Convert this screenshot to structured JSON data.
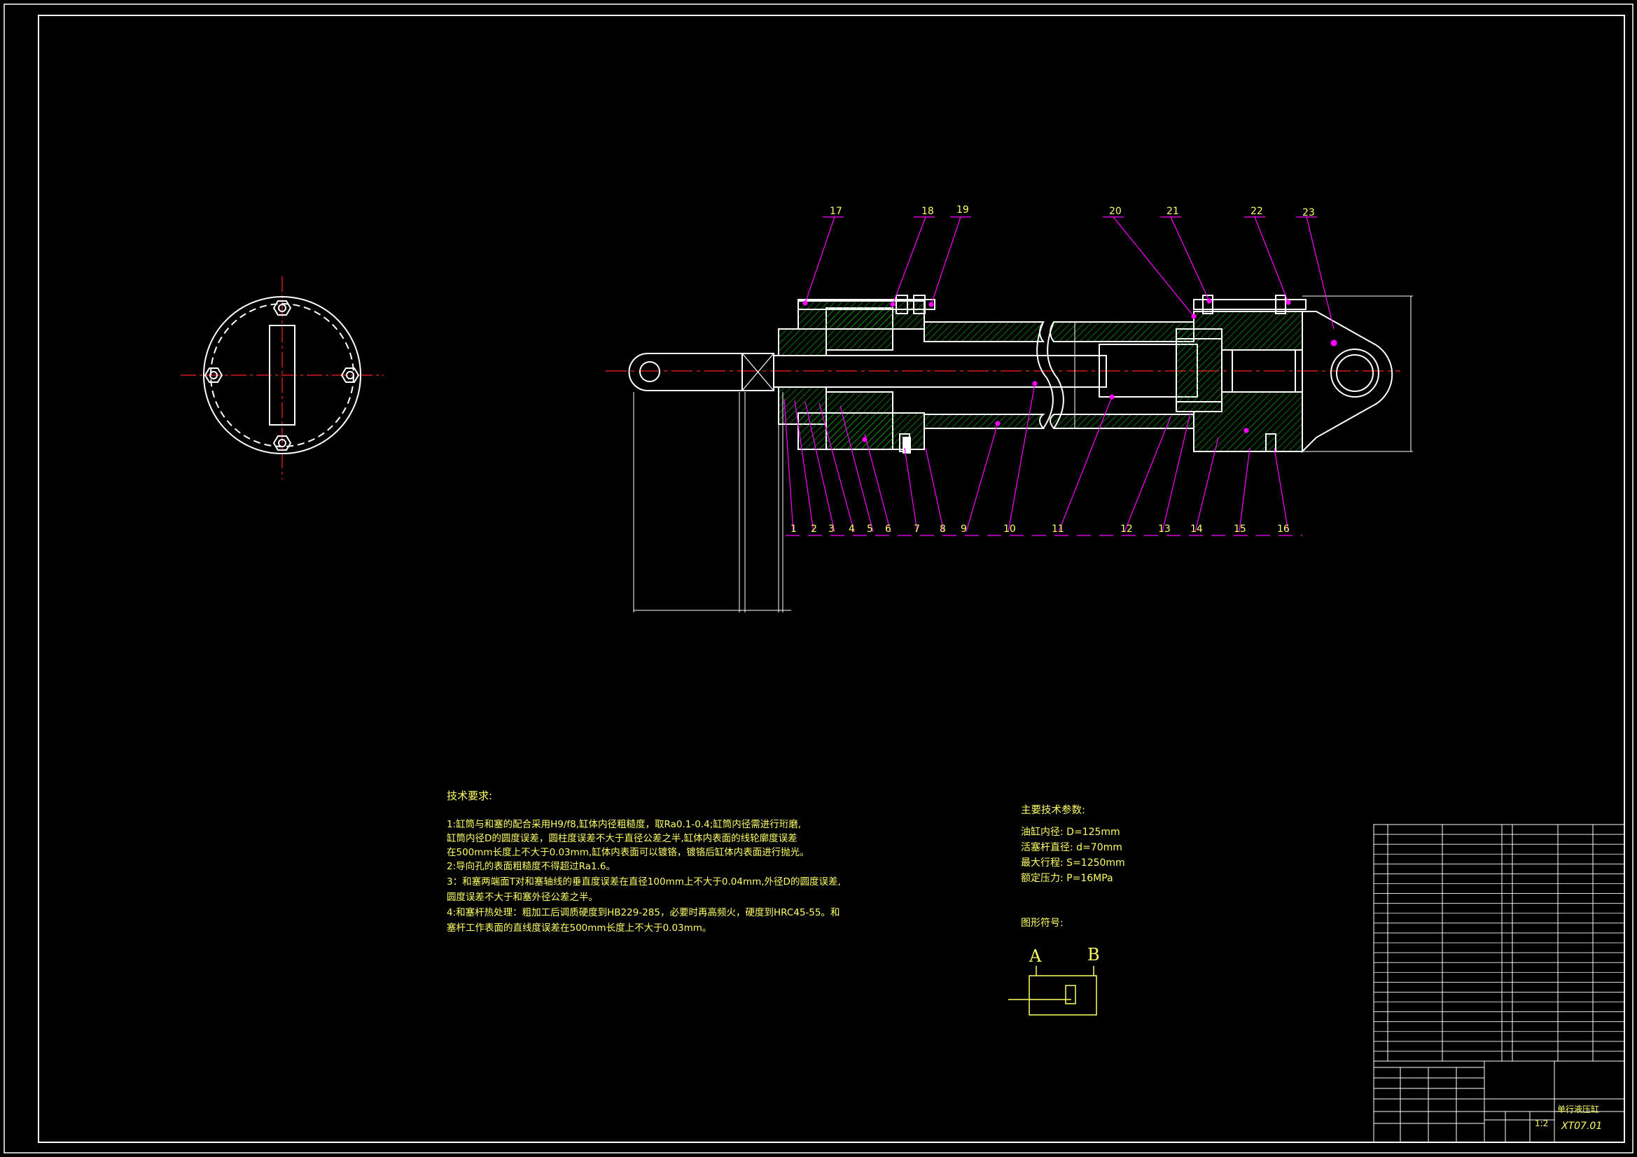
{
  "balloons_top": [
    "17",
    "18",
    "19",
    "20",
    "21",
    "22",
    "23"
  ],
  "balloons_bottom": [
    "1",
    "2",
    "3",
    "4",
    "5",
    "6",
    "7",
    "8",
    "9",
    "10",
    "11",
    "12",
    "13",
    "14",
    "15",
    "16"
  ],
  "tech_requirements": {
    "title": "技术要求:",
    "lines": [
      "1:缸筒与和塞的配合采用H9/f8,缸体内径粗糙度，取Ra0.1-0.4;缸筒内径需进行珩磨,",
      "缸筒内径D的圆度误差，圆柱度误差不大于直径公差之半,缸体内表面的线轮廓度误差",
      "在500mm长度上不大于0.03mm,缸体内表面可以镀铬，镀铬后缸体内表面进行抛光。",
      "2:导向孔的表面粗糙度不得超过Ra1.6。",
      "3：和塞两端面T对和塞轴线的垂直度误差在直径100mm上不大于0.04mm,外径D的圆度误差,",
      "圆度误差不大于和塞外径公差之半。",
      "4:和塞杆热处理：粗加工后调质硬度到HB229-285，必要时再高频火，硬度到HRC45-55。和",
      "塞杆工作表面的直线度误差在500mm长度上不大于0.03mm。"
    ]
  },
  "main_params": {
    "title": "主要技术参数:",
    "lines": [
      "油缸内径:  D=125mm",
      "活塞杆直径:  d=70mm",
      "最大行程:  S=1250mm",
      "额定压力:  P=16MPa"
    ]
  },
  "symbol": {
    "title": "图形符号:",
    "port_a": "A",
    "port_b": "B"
  },
  "title_block": {
    "part_name": "单行液压缸",
    "drawing_number": "XT07.01",
    "scale": "1:2"
  },
  "colors": {
    "background": "#000000",
    "outline": "#ffffff",
    "leader": "#ff00ff",
    "hatch": "#00c000",
    "center": "#ff2020",
    "text": "#ffff66"
  }
}
